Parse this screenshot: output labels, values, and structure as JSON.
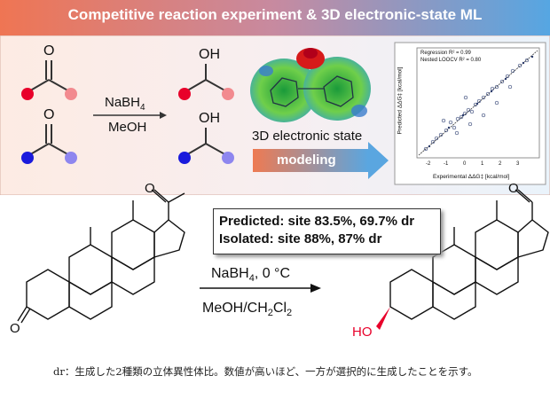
{
  "banner": {
    "title": "Competitive reaction experiment & 3D electronic-state ML",
    "colors": [
      "#f07a55",
      "#5fa7e0"
    ]
  },
  "reaction_top": {
    "reagent": "NaBH",
    "reagent_sub": "4",
    "solvent": "MeOH",
    "substrate_label_O": "O",
    "product_label_OH": "OH",
    "ketone_colors": {
      "red": "#e8002a",
      "pink": "#f28a8f",
      "blue": "#1a1adc",
      "lavender": "#8e86ef"
    }
  },
  "modeling": {
    "state_label": "3D electronic state",
    "arrow_label": "modeling"
  },
  "plot": {
    "legend_line1": "Regression R² = 0.99",
    "legend_line2": "Nested LOOCV R² = 0.80",
    "xlabel": "Experimental ΔΔG‡ [kcal/mol]",
    "ylabel": "Predicted ΔΔG‡ [kcal/mol]",
    "ticks": [
      "-2",
      "-1",
      "0",
      "1",
      "2",
      "3"
    ]
  },
  "result_box": {
    "predicted": "Predicted: site 83.5%, 69.7% dr",
    "isolated": "Isolated: site 88%, 87% dr"
  },
  "reaction_bottom": {
    "reagent_line": "NaBH",
    "reagent_sub": "4",
    "reagent_tail": ", 0 °C",
    "solvent_a": "MeOH/CH",
    "solvent_sub1": "2",
    "solvent_b": "Cl",
    "solvent_sub2": "2",
    "ketone_O": "O",
    "acetyl_O": "O",
    "acetyl_O2": "O",
    "product_HO": "HO"
  },
  "caption": "dr：生成した2種類の立体異性体比。数値が高いほど、一方が選択的に生成したことを示す。"
}
